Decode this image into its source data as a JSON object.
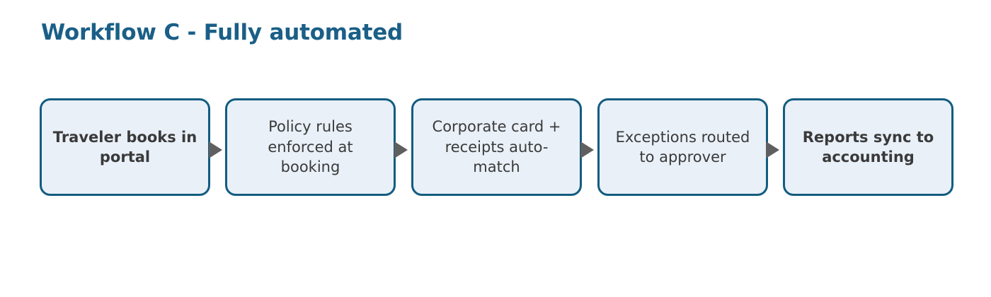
{
  "diagram": {
    "title": "Workflow C - Fully automated",
    "type": "horizontal-flowchart",
    "colors": {
      "title": "#1a5f87",
      "node_border": "#125c80",
      "node_fill": "#e9f0f8",
      "node_text": "#3a3a3a",
      "arrow": "#5f5f5f",
      "background": "#ffffff"
    },
    "steps": [
      {
        "index": 1,
        "label": "Traveler books in\nportal",
        "emphasis": true
      },
      {
        "index": 2,
        "label": "Policy rules\nenforced at\nbooking",
        "emphasis": false
      },
      {
        "index": 3,
        "label": "Corporate card +\nreceipts auto-\nmatch",
        "emphasis": false
      },
      {
        "index": 4,
        "label": "Exceptions routed\nto approver",
        "emphasis": false
      },
      {
        "index": 5,
        "label": "Reports sync to\naccounting",
        "emphasis": true
      }
    ],
    "connectors": [
      {
        "index": 1,
        "from": 1,
        "to": 2,
        "glyph": "arrow-right-triangle"
      },
      {
        "index": 2,
        "from": 2,
        "to": 3,
        "glyph": "arrow-right-triangle"
      },
      {
        "index": 3,
        "from": 3,
        "to": 4,
        "glyph": "arrow-right-triangle"
      },
      {
        "index": 4,
        "from": 4,
        "to": 5,
        "glyph": "arrow-right-triangle"
      }
    ]
  }
}
